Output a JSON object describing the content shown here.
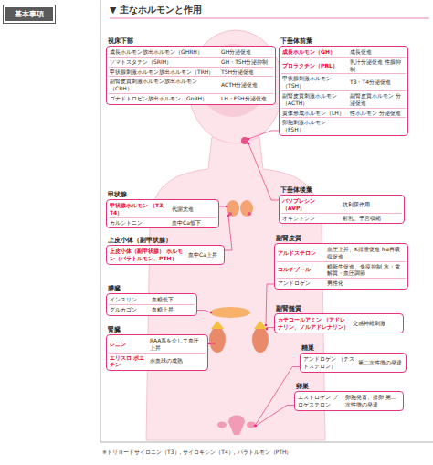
{
  "diagram": {
    "title": "▼ 主なホルモンと作用",
    "nodes": [
      {
        "text": [
          "基本事項"
        ]
      },
      {
        "text": [
          "視床下部"
        ]
      },
      {
        "text": [
          "成長ホルモン放出ホルモン（GHRH）",
          "GH分泌促進"
        ],
        "in": 1
      },
      {
        "text": [
          "ソマトスタチン（SRIH）",
          "GH・TSH分泌抑制"
        ],
        "in": 1
      },
      {
        "text": [
          "甲状腺刺激ホルモン放出ホルモン（TRH）",
          "TSH分泌促進"
        ],
        "in": 1
      },
      {
        "text": [
          "副腎皮質刺激ホルモン放出ホルモン（CRH）",
          "ACTH分泌促進"
        ],
        "in": 1
      },
      {
        "text": [
          "ゴナドトロピン放出ホルモン（GnRH）",
          "LH・FSH分泌促進"
        ],
        "in": 1
      },
      {
        "text": [
          "下垂体前葉"
        ]
      },
      {
        "text": [
          "成長ホルモン（GH）",
          "成長促進"
        ],
        "in": 7
      },
      {
        "text": [
          "プロラクチン（PRL）",
          "乳汁分泌促進 性腺抑制"
        ],
        "in": 7
      },
      {
        "text": [
          "甲状腺刺激ホルモン（TSH）",
          "T3・T4分泌促進"
        ],
        "in": 7
      },
      {
        "text": [
          "副腎皮質刺激ホルモン （ACTH）",
          "副腎皮質ホルモン 分泌促進"
        ],
        "in": 7
      },
      {
        "text": [
          "黄体形成ホルモン（LH）",
          "性ホルモン 分泌促進"
        ],
        "in": 7
      },
      {
        "text": [
          "卵胞刺激ホルモン（FSH）"
        ],
        "in": 7
      },
      {
        "text": [
          "甲状腺"
        ]
      },
      {
        "text": [
          "甲状腺ホルモン （T3、T4）",
          "代謝亢進"
        ],
        "in": 14
      },
      {
        "text": [
          "カルシトニン",
          "血中Ca低下"
        ],
        "in": 14
      },
      {
        "text": [
          "下垂体後葉"
        ]
      },
      {
        "text": [
          "バソプレシン （AVP）",
          "抗利尿作用"
        ],
        "in": 17
      },
      {
        "text": [
          "オキシトシン",
          "射乳、子宮収縮"
        ],
        "in": 17
      },
      {
        "text": [
          "上皮小体（副甲状腺）"
        ]
      },
      {
        "text": [
          "上皮小体（副甲状腺） ホルモン（パラトルモン、PTH）",
          "血中Ca上昇"
        ],
        "in": 20
      },
      {
        "text": [
          "副腎皮質"
        ]
      },
      {
        "text": [
          "アルドステロン",
          "血圧上昇、K排泄促進 Na再吸収促進"
        ],
        "in": 22
      },
      {
        "text": [
          "コルチゾール",
          "糖新生促進、免疫抑制 水・電解質・血圧調節"
        ],
        "in": 22
      },
      {
        "text": [
          "アンドロゲン",
          "男性化"
        ],
        "in": 22
      },
      {
        "text": [
          "膵臓"
        ]
      },
      {
        "text": [
          "インスリン",
          "血糖低下"
        ],
        "in": 26
      },
      {
        "text": [
          "グルカゴン",
          "血糖上昇"
        ],
        "in": 26
      },
      {
        "text": [
          "副腎髄質"
        ]
      },
      {
        "text": [
          "カテコールアミン （アドレナリン、ノルアドレナリン）",
          "交感神経刺激"
        ],
        "in": 29
      },
      {
        "text": [
          "腎臓"
        ]
      },
      {
        "text": [
          "レニン",
          "RAA系を介して血圧上昇"
        ],
        "in": 31
      },
      {
        "text": [
          "エリスロ ポエチン",
          "赤血球の成熟"
        ],
        "in": 31
      },
      {
        "text": [
          "精巣"
        ]
      },
      {
        "text": [
          "アンドロゲン （テストステロン）",
          "第二次性徴の発達"
        ],
        "in": 34
      },
      {
        "text": [
          "卵巣"
        ]
      },
      {
        "text": [
          "エストロゲン プロゲステロン",
          "卵胞発育、排卵 第二次性徴の発達"
        ],
        "in": 36
      }
    ],
    "labels": [
      "※トリヨードサイロニン（T3）, サイロキシン（T4）, パラトルモン（PTH）"
    ]
  }
}
